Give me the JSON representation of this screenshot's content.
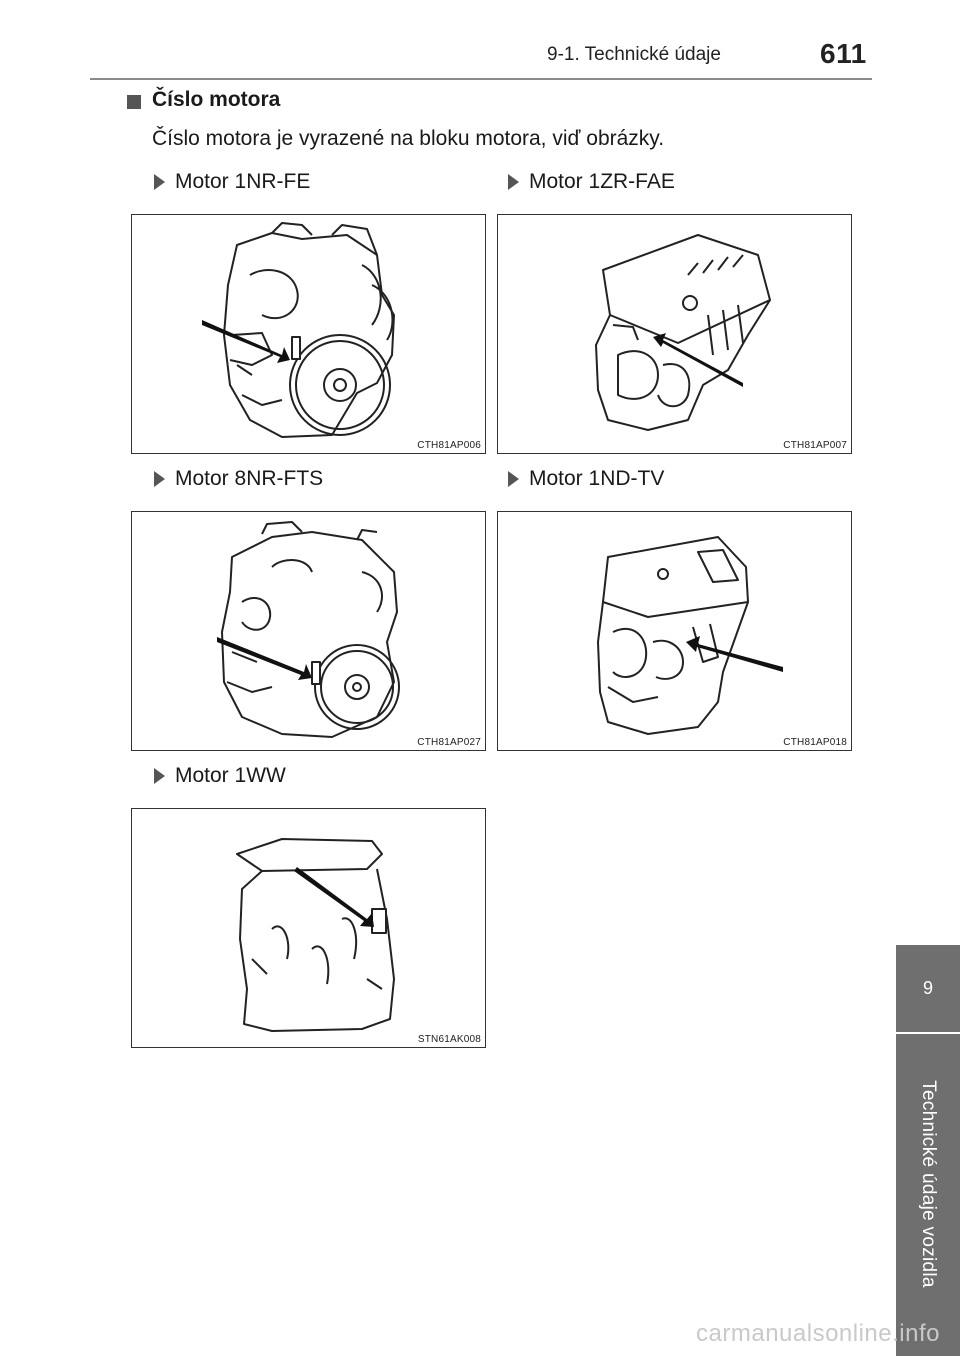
{
  "header": {
    "section": "9-1. Technické údaje",
    "page_number": "611"
  },
  "side_tab": {
    "chapter_number": "9",
    "chapter_title": "Technické údaje vozidla"
  },
  "section": {
    "title": "Číslo motora",
    "body": "Číslo motora je vyrazené na bloku motora, viď obrázky."
  },
  "figures": [
    {
      "caption": "Motor 1NR-FE",
      "image_code": "CTH81AP006"
    },
    {
      "caption": "Motor 1ZR-FAE",
      "image_code": "CTH81AP007"
    },
    {
      "caption": "Motor 8NR-FTS",
      "image_code": "CTH81AP027"
    },
    {
      "caption": "Motor 1ND-TV",
      "image_code": "CTH81AP018"
    },
    {
      "caption": "Motor 1WW",
      "image_code": "STN61AK008"
    }
  ],
  "watermark": "carmanualsonline.info",
  "colors": {
    "tab_gray": "#6f6f6f",
    "rule_gray": "#8a8a8a",
    "marker_gray": "#555555"
  }
}
